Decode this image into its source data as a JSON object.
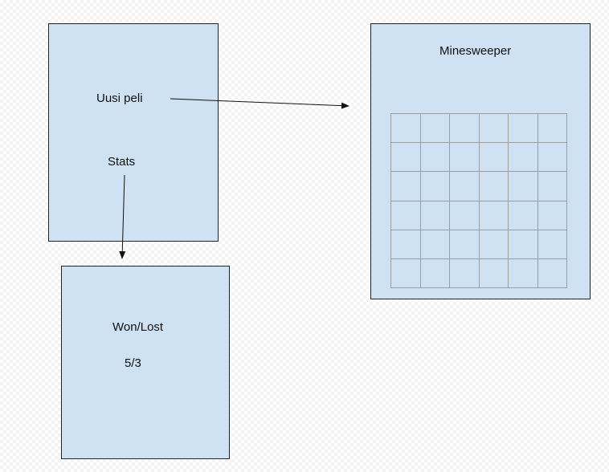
{
  "menu": {
    "new_game": "Uusi peli",
    "stats": "Stats"
  },
  "game": {
    "title": "Minesweeper",
    "grid_rows": 6,
    "grid_cols": 6
  },
  "stats_view": {
    "label": "Won/Lost",
    "value": "5/3"
  },
  "colors": {
    "box_fill": "#cfe2f3",
    "box_border": "#222222",
    "grid_line": "#9e9e9e",
    "arrow": "#111111"
  }
}
